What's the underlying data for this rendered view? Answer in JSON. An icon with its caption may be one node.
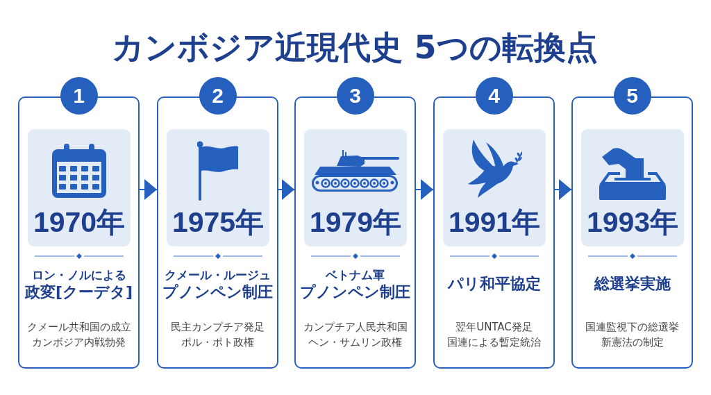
{
  "diagram": {
    "title": "カンボジア近現代史 5つの転換点",
    "nodes": [
      {
        "text": [
          "1"
        ]
      },
      {
        "text": [
          "ロン・ノルによる",
          "政変[クーデタ]",
          "クメール共和国の成立",
          "カンボジア内戦勃発"
        ]
      },
      {
        "text": [
          "1970年"
        ],
        "in": 1
      },
      {
        "text": [
          "2"
        ]
      },
      {
        "text": [
          "クメール・ルージュ",
          "プノンペン制圧",
          "民主カンプチア発足",
          "ポル・ポト政権"
        ]
      },
      {
        "text": [
          "1975年"
        ],
        "in": 4
      },
      {
        "text": [
          "3"
        ]
      },
      {
        "text": [
          "ベトナム軍",
          "プノンペン制圧",
          "カンプチア人民共和国",
          "ヘン・サムリン政権"
        ]
      },
      {
        "text": [
          "1979年"
        ],
        "in": 7
      },
      {
        "text": [
          "4"
        ]
      },
      {
        "text": [
          "パリ和平協定",
          "翌年UNTAC発足",
          "国連による暫定統治"
        ]
      },
      {
        "text": [
          "1991年"
        ],
        "in": 10
      },
      {
        "text": [
          "5"
        ]
      },
      {
        "text": [
          "総選挙実施",
          "国連監視下の総選挙",
          "新憲法の制定"
        ]
      },
      {
        "text": [
          "1993年"
        ],
        "in": 13
      }
    ],
    "edges": [
      {
        "from": 1,
        "to": 4,
        "arrow": "to"
      },
      {
        "from": 4,
        "to": 7,
        "arrow": "to"
      },
      {
        "from": 7,
        "to": 10,
        "arrow": "to"
      },
      {
        "from": 10,
        "to": 13,
        "arrow": "to"
      }
    ]
  }
}
